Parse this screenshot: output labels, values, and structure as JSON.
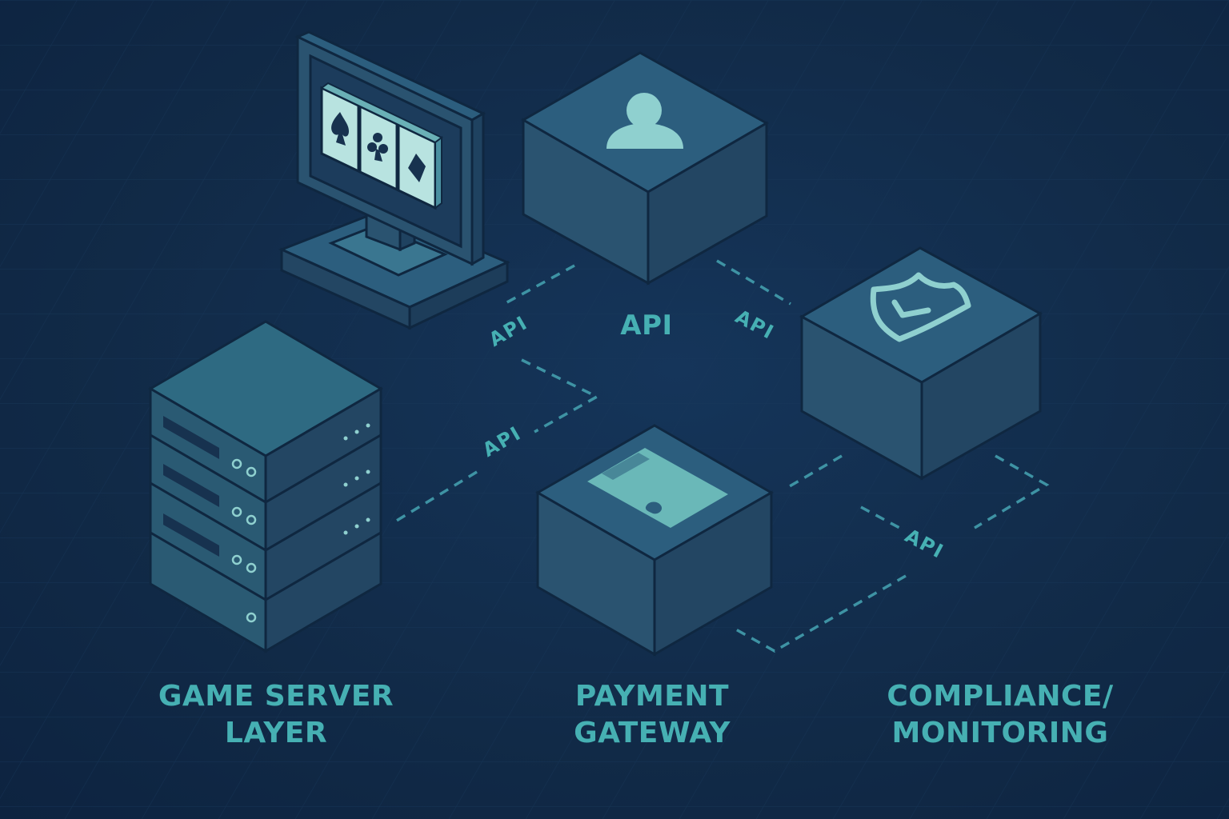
{
  "colors": {
    "background": "#112a47",
    "grid": "#1b3a5a",
    "box_top": "#2c5e7e",
    "box_left": "#2a5370",
    "box_right": "#234663",
    "box_edge": "#0f2740",
    "icon": "#8fd0cf",
    "label": "#46b0b3",
    "dash": "#3e93a4"
  },
  "icons": {
    "monitor": "slot-machine-monitor-icon",
    "player": "user-icon",
    "payment": "credit-card-icon",
    "compliance": "shield-check-icon",
    "server": "server-rack-icon"
  },
  "labels": {
    "top_api": "API",
    "game_server": "GAME SERVER\nLAYER",
    "payment_gateway": "PAYMENT\nGATEWAY",
    "compliance": "COMPLIANCE/\nMONITORING"
  },
  "connection_labels": {
    "monitor_link": "API",
    "player_compliance_link": "API",
    "server_link": "API",
    "payment_compliance_link": "API"
  }
}
